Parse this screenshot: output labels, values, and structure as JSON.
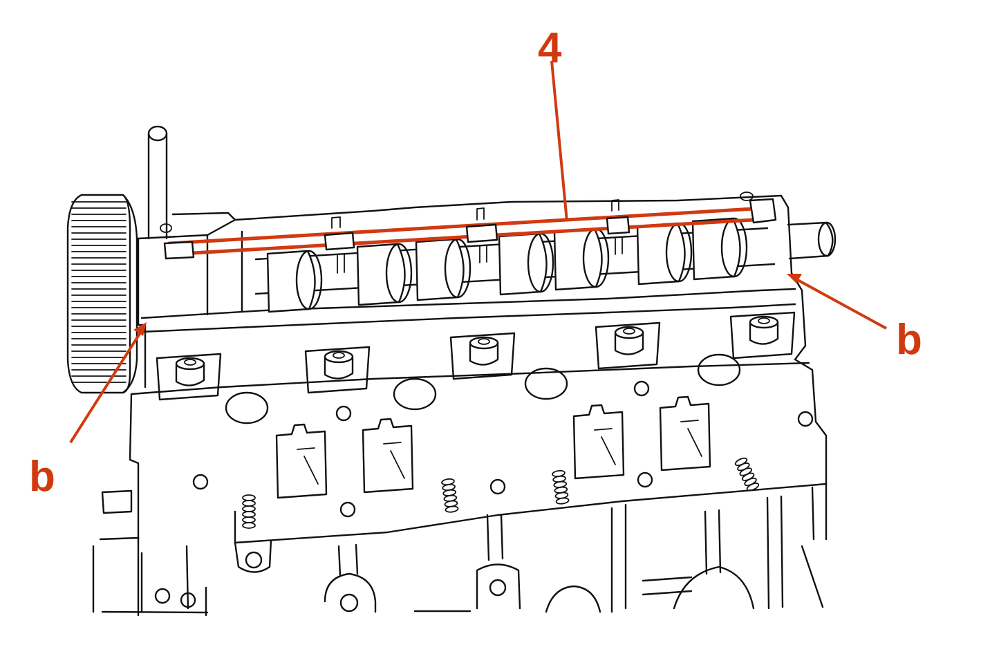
{
  "diagram": {
    "callouts": [
      {
        "id": "callout-4",
        "text": "4"
      },
      {
        "id": "callout-b-left",
        "text": "b"
      },
      {
        "id": "callout-b-right",
        "text": "b"
      }
    ],
    "colors": {
      "accent": "#d13a10",
      "line": "#111111",
      "background": "#ffffff"
    }
  }
}
